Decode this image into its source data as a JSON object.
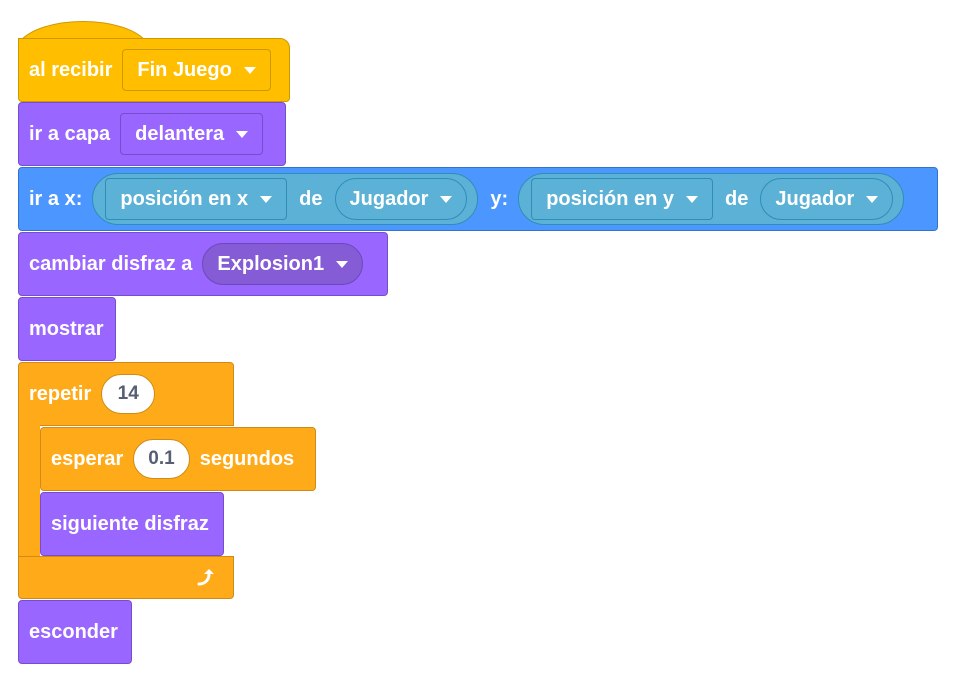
{
  "script": {
    "hat": {
      "label": "al recibir",
      "message": "Fin Juego"
    },
    "layer": {
      "label": "ir a capa",
      "value": "delantera"
    },
    "goto": {
      "label": "ir a x:",
      "x_attr": "posición en x",
      "x_of": "de",
      "x_sprite": "Jugador",
      "y_label": "y:",
      "y_attr": "posición en y",
      "y_of": "de",
      "y_sprite": "Jugador"
    },
    "costume": {
      "label": "cambiar disfraz a",
      "value": "Explosion1"
    },
    "show": {
      "label": "mostrar"
    },
    "repeat": {
      "label": "repetir",
      "times": "14",
      "wait": {
        "label": "esperar",
        "seconds": "0.1",
        "unit": "segundos"
      },
      "next": {
        "label": "siguiente disfraz"
      },
      "loop_icon": "loop-arrow-icon"
    },
    "hide": {
      "label": "esconder"
    }
  },
  "colors": {
    "events": "#FFBF00",
    "looks": "#9966FF",
    "motion": "#4C97FF",
    "sensing": "#5CB1D6",
    "control": "#FFAB19"
  }
}
